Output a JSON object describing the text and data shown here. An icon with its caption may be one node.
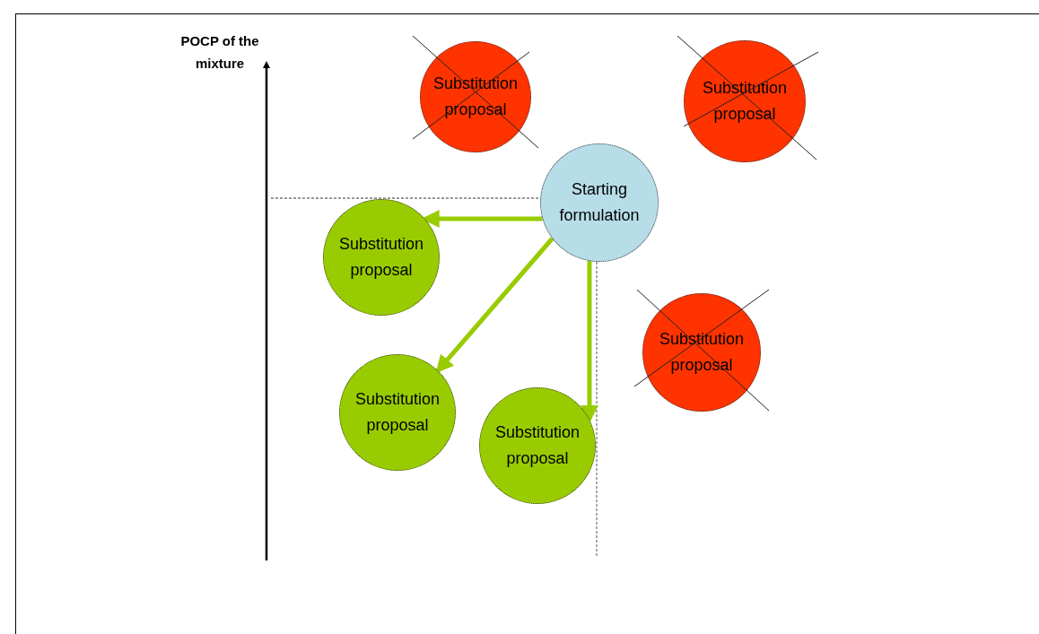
{
  "diagram": {
    "nodes": [
      {
        "text": [
          "Substitution proposal"
        ]
      },
      {
        "text": [
          "Substitution proposal"
        ]
      },
      {
        "text": [
          "Starting formulation"
        ]
      },
      {
        "text": [
          "Substitution proposal"
        ]
      },
      {
        "text": [
          "Substitution proposal"
        ]
      },
      {
        "text": [
          "Substitution proposal"
        ]
      },
      {
        "text": [
          "Substitution proposal"
        ]
      }
    ],
    "edges": [
      {
        "from": 2,
        "to": 3,
        "arrow": "to"
      },
      {
        "from": 2,
        "to": 5,
        "arrow": "to"
      },
      {
        "from": 2,
        "to": 6,
        "arrow": "to"
      }
    ],
    "labels": [
      "POCP of the mixture"
    ]
  }
}
